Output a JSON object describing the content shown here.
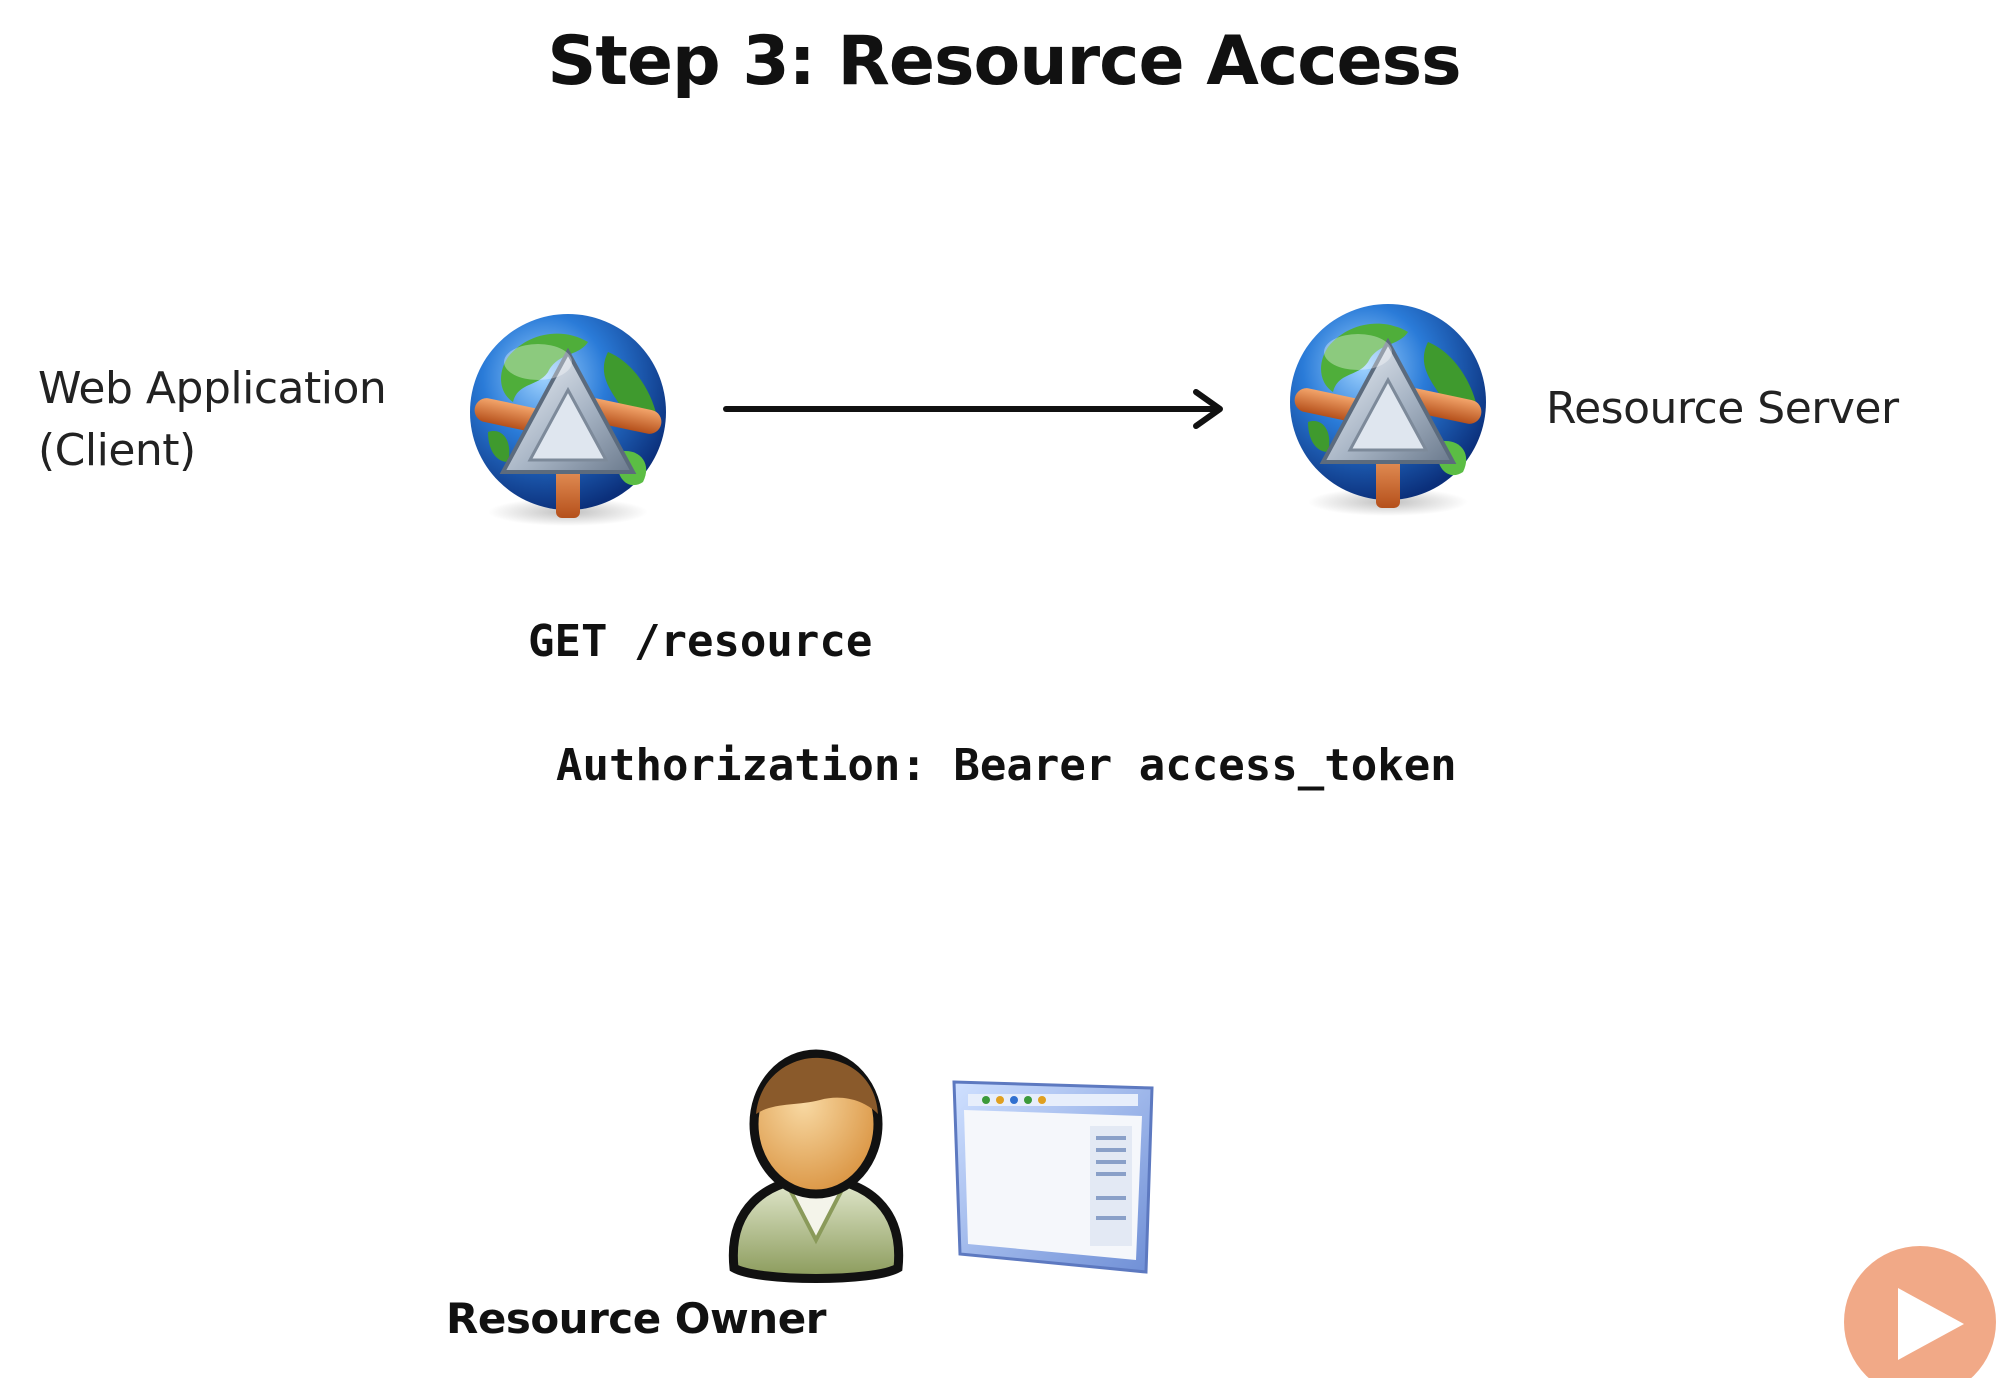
{
  "title": "Step 3: Resource Access",
  "client": {
    "line1": "Web Application",
    "line2": "(Client)",
    "icon": "globe-server-icon"
  },
  "server": {
    "label": "Resource Server",
    "icon": "globe-server-icon"
  },
  "request": {
    "line1": "GET /resource",
    "line2": "Authorization: Bearer access_token"
  },
  "owner": {
    "label": "Resource Owner",
    "icons": [
      "user-icon",
      "browser-window-icon"
    ]
  },
  "player": {
    "icon": "play-icon",
    "color": "#f0a07a"
  },
  "colors": {
    "globe_ocean": "#2a7bd8",
    "globe_land": "#4fae3a",
    "pipe": "#d9682a",
    "arrow": "#111111"
  }
}
